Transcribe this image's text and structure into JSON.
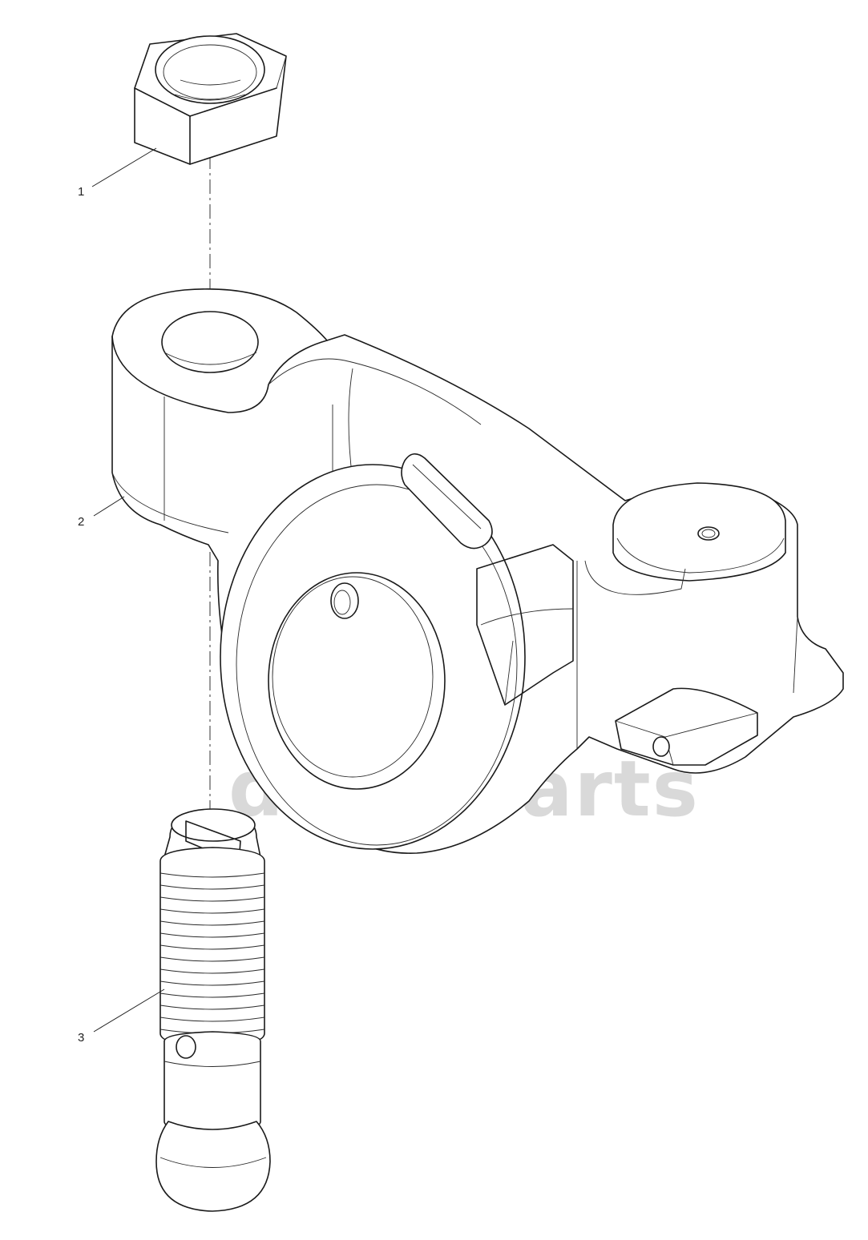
{
  "watermark": {
    "text": "data-parts",
    "color": "#d6d6d6"
  },
  "callouts": [
    {
      "number": "1",
      "part": "hex-nut"
    },
    {
      "number": "2",
      "part": "rocker-arm"
    },
    {
      "number": "3",
      "part": "adjusting-screw"
    }
  ],
  "colors": {
    "line": "#1a1a1a",
    "background": "#ffffff"
  }
}
